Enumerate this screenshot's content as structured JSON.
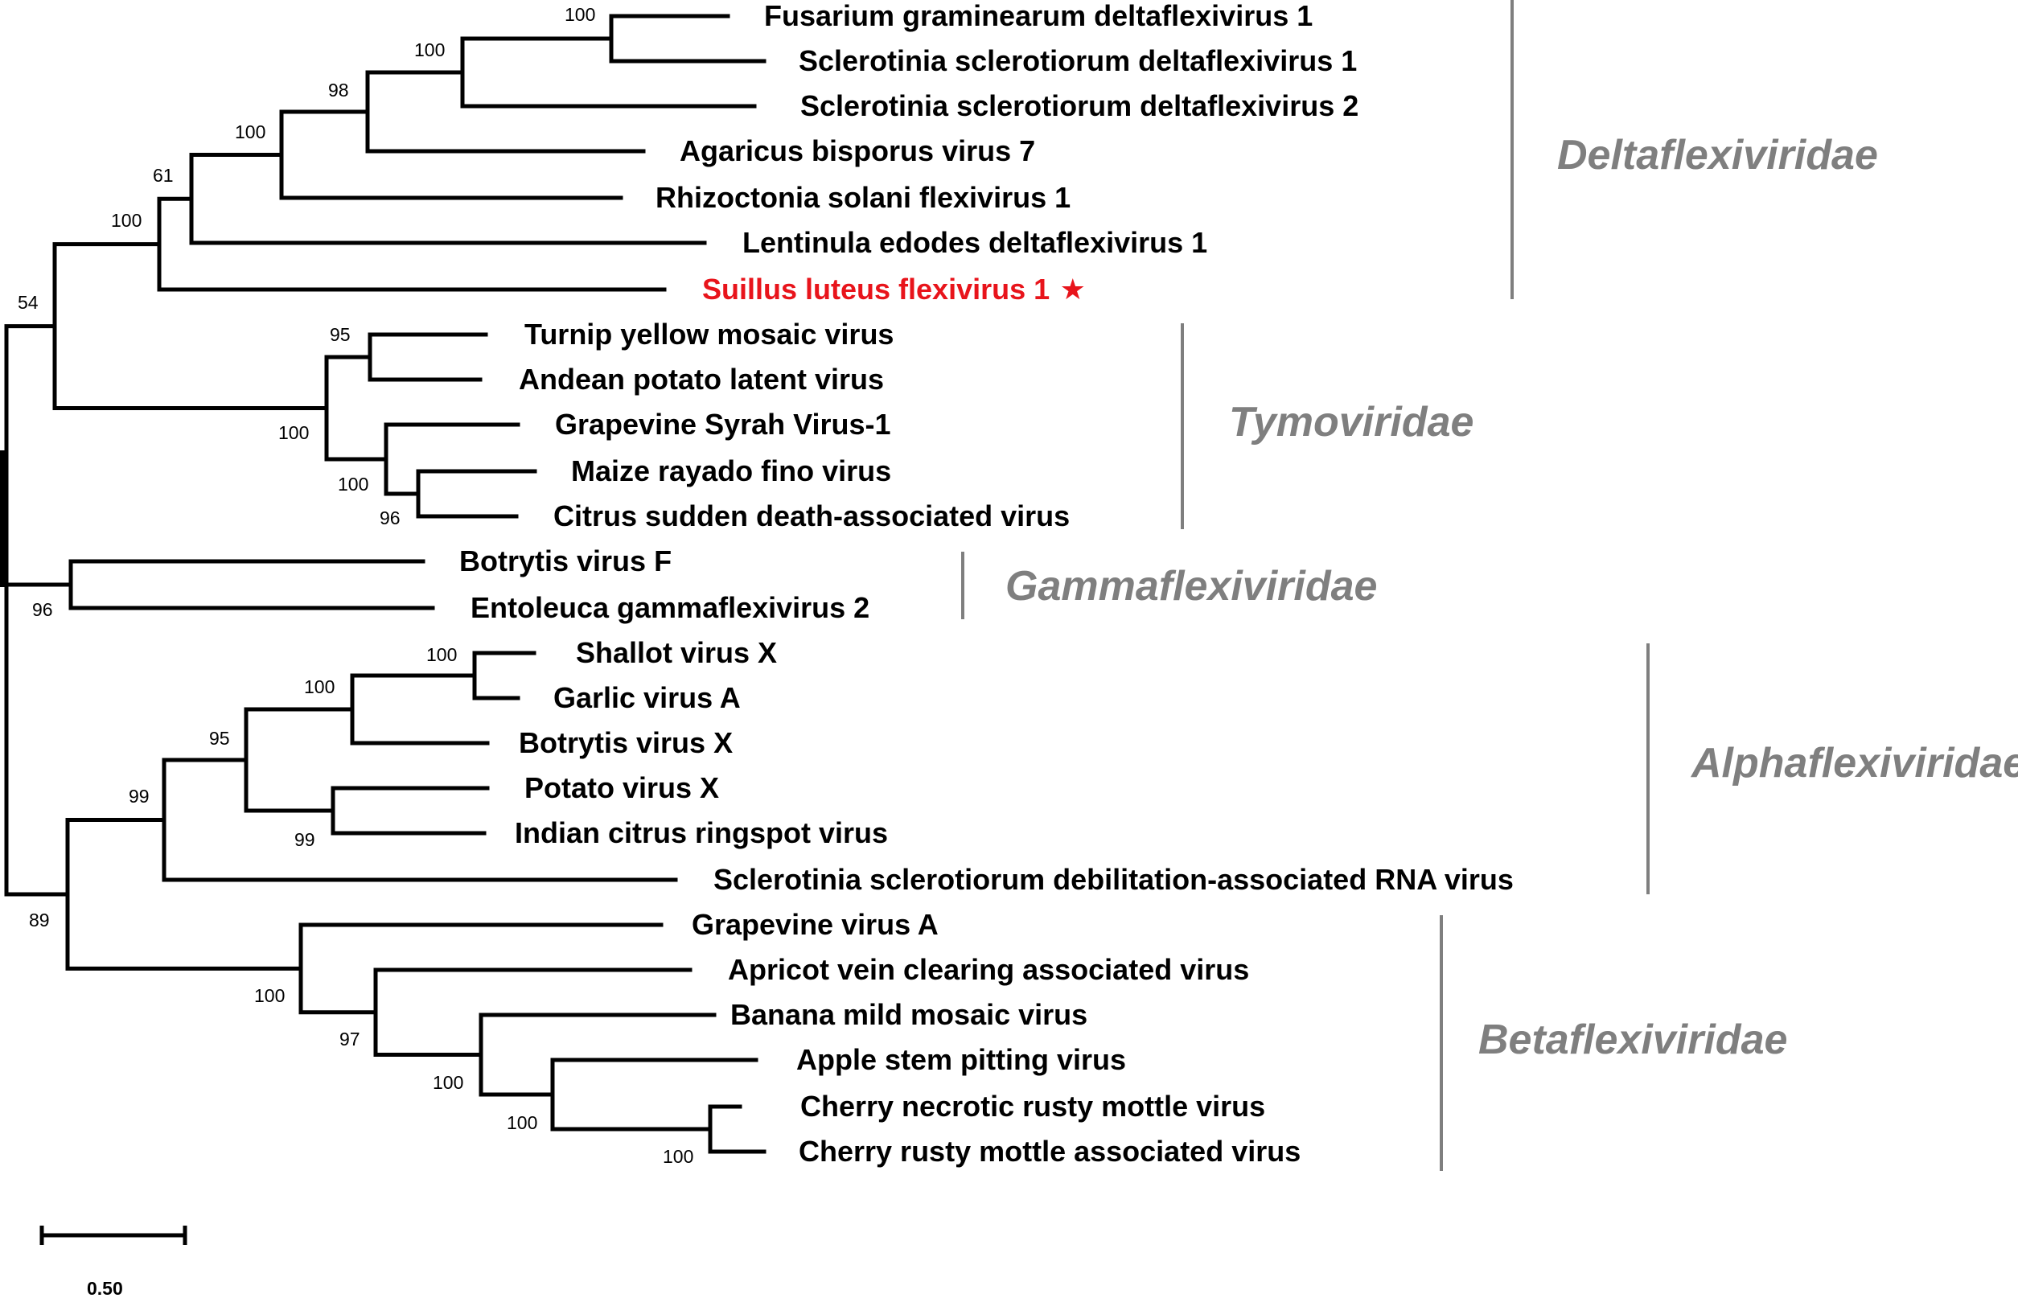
{
  "tree": {
    "taxa": [
      {
        "id": "t1",
        "label": "Fusarium graminearum deltaflexivirus 1"
      },
      {
        "id": "t2",
        "label": "Sclerotinia sclerotiorum deltaflexivirus 1"
      },
      {
        "id": "t3",
        "label": "Sclerotinia sclerotiorum deltaflexivirus 2"
      },
      {
        "id": "t4",
        "label": "Agaricus bisporus virus 7"
      },
      {
        "id": "t5",
        "label": "Rhizoctonia solani flexivirus 1"
      },
      {
        "id": "t6",
        "label": "Lentinula edodes deltaflexivirus 1"
      },
      {
        "id": "t7",
        "label": "Suillus luteus flexivirus 1",
        "marker": "★",
        "highlight": true
      },
      {
        "id": "t8",
        "label": "Turnip yellow mosaic virus"
      },
      {
        "id": "t9",
        "label": "Andean potato latent virus"
      },
      {
        "id": "t10",
        "label": "Grapevine Syrah Virus-1"
      },
      {
        "id": "t11",
        "label": "Maize rayado fino virus"
      },
      {
        "id": "t12",
        "label": "Citrus sudden death-associated virus"
      },
      {
        "id": "t13",
        "label": "Botrytis virus F"
      },
      {
        "id": "t14",
        "label": "Entoleuca gammaflexivirus 2"
      },
      {
        "id": "t15",
        "label": "Shallot virus X"
      },
      {
        "id": "t16",
        "label": "Garlic virus A"
      },
      {
        "id": "t17",
        "label": "Botrytis virus X"
      },
      {
        "id": "t18",
        "label": "Potato virus X"
      },
      {
        "id": "t19",
        "label": "Indian citrus ringspot virus"
      },
      {
        "id": "t20",
        "label": "Sclerotinia sclerotiorum debilitation-associated RNA virus"
      },
      {
        "id": "t21",
        "label": "Grapevine virus A"
      },
      {
        "id": "t22",
        "label": "Apricot vein clearing associated virus"
      },
      {
        "id": "t23",
        "label": "Banana mild mosaic virus"
      },
      {
        "id": "t24",
        "label": "Apple stem pitting virus"
      },
      {
        "id": "t25",
        "label": "Cherry necrotic rusty mottle virus"
      },
      {
        "id": "t26",
        "label": "Cherry rusty mottle associated virus"
      }
    ],
    "support_values": [
      {
        "node": "fusarium-sclerotinia1",
        "value": "100"
      },
      {
        "node": "delta-sclerotinia-group",
        "value": "100"
      },
      {
        "node": "delta-agaricus-group",
        "value": "98"
      },
      {
        "node": "delta-rhizoctonia-group",
        "value": "100"
      },
      {
        "node": "delta-lentinula-group",
        "value": "61"
      },
      {
        "node": "delta-suillus-group",
        "value": "100"
      },
      {
        "node": "delta-tymo-group",
        "value": "54"
      },
      {
        "node": "turnip-andean",
        "value": "95"
      },
      {
        "node": "tymoviridae",
        "value": "100"
      },
      {
        "node": "grapevine-maize-citrus",
        "value": "100"
      },
      {
        "node": "maize-citrus",
        "value": "96"
      },
      {
        "node": "gammaflexiviridae",
        "value": "96"
      },
      {
        "node": "shallot-garlic",
        "value": "100"
      },
      {
        "node": "shallot-botrytisx",
        "value": "100"
      },
      {
        "node": "potexvirus-group",
        "value": "95"
      },
      {
        "node": "potato-indian",
        "value": "99"
      },
      {
        "node": "alphaflexiviridae",
        "value": "99"
      },
      {
        "node": "alpha-beta",
        "value": "89"
      },
      {
        "node": "betaflexiviridae",
        "value": "100"
      },
      {
        "node": "apricot-group",
        "value": "97"
      },
      {
        "node": "banana-group",
        "value": "100"
      },
      {
        "node": "apple-group",
        "value": "100"
      },
      {
        "node": "cherry-pair",
        "value": "100"
      }
    ],
    "families": [
      {
        "id": "delta",
        "name": "Deltaflexiviridae"
      },
      {
        "id": "tymo",
        "name": "Tymoviridae"
      },
      {
        "id": "gamma",
        "name": "Gammaflexiviridae"
      },
      {
        "id": "alpha",
        "name": "Alphaflexiviridae"
      },
      {
        "id": "beta",
        "name": "Betaflexiviridae"
      }
    ],
    "scale_bar": {
      "label": "0.50",
      "length": 0.5
    },
    "colors": {
      "branch": "#000000",
      "highlight": "#e8141b",
      "family": "#7f7f7f"
    }
  }
}
